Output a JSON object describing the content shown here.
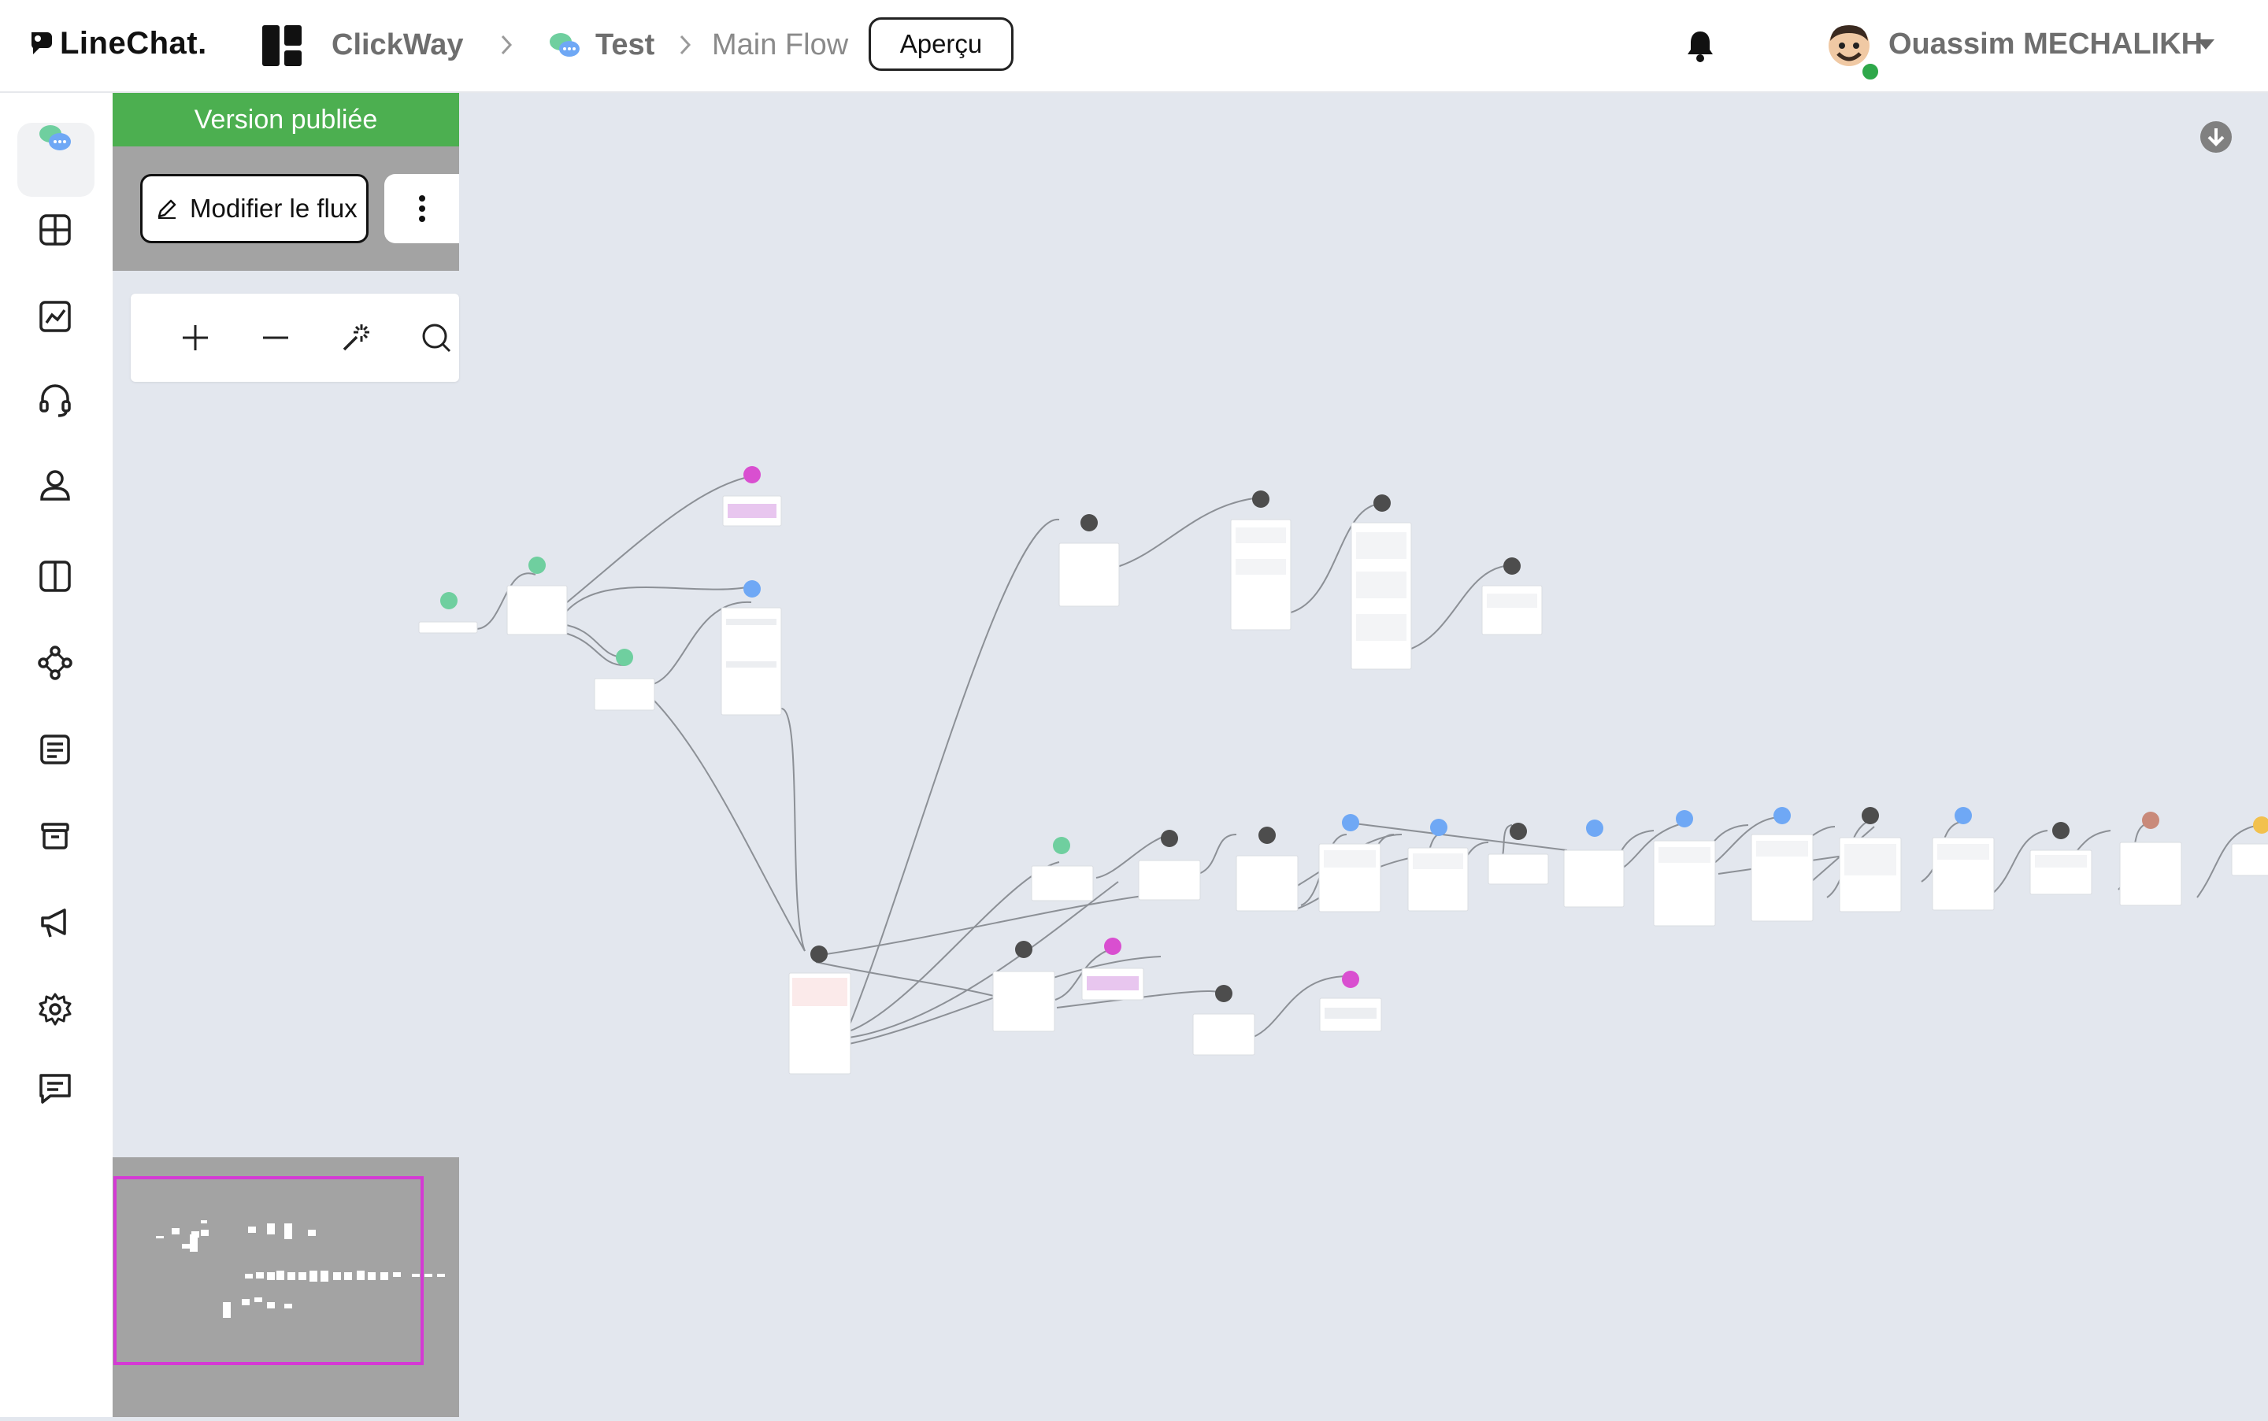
{
  "header": {
    "brand": "LineChat.",
    "breadcrumb": {
      "workspace": "ClickWay",
      "bot": "Test",
      "flow": "Main Flow"
    },
    "preview_button": "Aperçu",
    "user_name": "Ouassim MECHALIKH",
    "user_status": "online"
  },
  "sidebar": {
    "items": [
      {
        "icon": "chat-bubbles-icon",
        "active": true
      },
      {
        "icon": "dashboard-grid-icon"
      },
      {
        "icon": "analytics-chart-icon"
      },
      {
        "icon": "headset-icon"
      },
      {
        "icon": "user-icon"
      },
      {
        "icon": "split-panel-icon"
      },
      {
        "icon": "integrations-icon"
      },
      {
        "icon": "document-list-icon"
      },
      {
        "icon": "archive-box-icon"
      },
      {
        "icon": "megaphone-icon"
      },
      {
        "icon": "settings-gear-icon"
      },
      {
        "icon": "feedback-message-icon"
      }
    ]
  },
  "canvas": {
    "status_banner": "Version publiée",
    "edit_flow_button": "Modifier le flux",
    "toolbar": [
      "zoom-in-icon",
      "zoom-out-icon",
      "auto-layout-icon",
      "search-icon"
    ]
  },
  "colors": {
    "published": "#4caf50",
    "panel_gray": "#a3a3a3",
    "minimap_frame": "#d43ad4",
    "canvas_bg": "#e3e7ee",
    "node_green": "#6fcf9f",
    "node_blue": "#6fa8f5",
    "node_pink": "#d94fd0",
    "node_dark": "#4d4d4d"
  }
}
